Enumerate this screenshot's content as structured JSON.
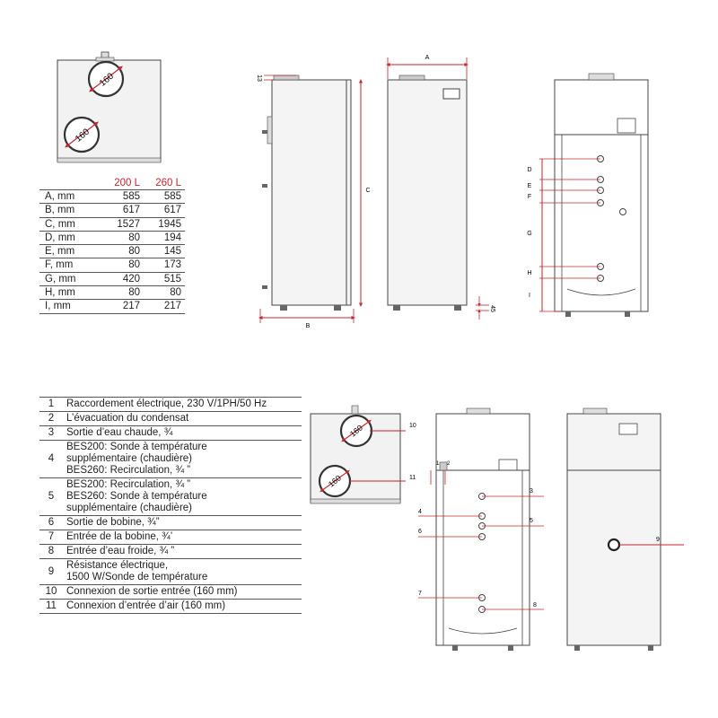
{
  "dimensions_table": {
    "headers": [
      "200 L",
      "260 L"
    ],
    "rows": [
      {
        "label": "A, mm",
        "v200": "585",
        "v260": "585"
      },
      {
        "label": "B, mm",
        "v200": "617",
        "v260": "617"
      },
      {
        "label": "C, mm",
        "v200": "1527",
        "v260": "1945"
      },
      {
        "label": "D, mm",
        "v200": "80",
        "v260": "194"
      },
      {
        "label": "E, mm",
        "v200": "80",
        "v260": "145"
      },
      {
        "label": "F, mm",
        "v200": "80",
        "v260": "173"
      },
      {
        "label": "G, mm",
        "v200": "420",
        "v260": "515"
      },
      {
        "label": "H, mm",
        "v200": "80",
        "v260": "80"
      },
      {
        "label": "I, mm",
        "v200": "217",
        "v260": "217"
      }
    ]
  },
  "legend": [
    {
      "num": "1",
      "lines": [
        "Raccordement électrique, 230 V/1PH/50 Hz"
      ]
    },
    {
      "num": "2",
      "lines": [
        "L’évacuation du condensat"
      ]
    },
    {
      "num": "3",
      "lines": [
        "Sortie d’eau chaude, ¾"
      ]
    },
    {
      "num": "4",
      "lines": [
        "BES200: Sonde à température",
        "supplémentaire (chaudière)",
        "BES260: Recirculation, ¾ ”"
      ]
    },
    {
      "num": "5",
      "lines": [
        "BES200: Recirculation, ¾ ”",
        "BES260: Sonde à température",
        "supplémentaire (chaudière)"
      ]
    },
    {
      "num": "6",
      "lines": [
        "Sortie de bobine, ¾”"
      ]
    },
    {
      "num": "7",
      "lines": [
        "Entrée de la bobine, ¾’"
      ]
    },
    {
      "num": "8",
      "lines": [
        "Entrée d’eau froide, ¾ ”"
      ]
    },
    {
      "num": "9",
      "lines": [
        "Résistance électrique,",
        "1500 W/Sonde de température"
      ]
    },
    {
      "num": "10",
      "lines": [
        "Connexion de sortie entrée (160 mm)"
      ]
    },
    {
      "num": "11",
      "lines": [
        "Connexion d’entrée d’air (160 mm)"
      ]
    }
  ],
  "drawing_labels": {
    "duct_diameter": "160",
    "dim_a": "A",
    "dim_b": "B",
    "dim_c": "C",
    "dim_d": "D",
    "dim_e": "E",
    "dim_f": "F",
    "dim_g": "G",
    "dim_h": "H",
    "dim_i": "I",
    "dim_13": "13",
    "dim_45": "45",
    "callouts": [
      "1",
      "2",
      "3",
      "4",
      "5",
      "6",
      "7",
      "8",
      "9",
      "10",
      "11"
    ]
  },
  "colors": {
    "accent": "#c0262d",
    "line": "#444444",
    "panel": "#f2f2f2"
  }
}
